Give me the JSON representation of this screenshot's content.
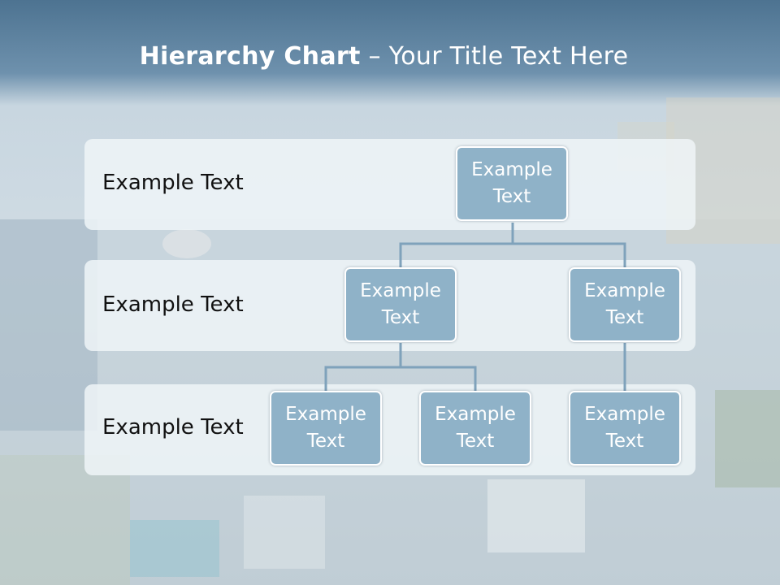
{
  "title": {
    "bold": "Hierarchy Chart",
    "rest": " – Your Title Text Here"
  },
  "levels": [
    {
      "label": "Example Text"
    },
    {
      "label": "Example Text"
    },
    {
      "label": "Example Text"
    }
  ],
  "nodes": [
    {
      "line1": "Example",
      "line2": "Text"
    },
    {
      "line1": "Example",
      "line2": "Text"
    },
    {
      "line1": "Example",
      "line2": "Text"
    },
    {
      "line1": "Example",
      "line2": "Text"
    },
    {
      "line1": "Example",
      "line2": "Text"
    },
    {
      "line1": "Example",
      "line2": "Text"
    }
  ],
  "colors": {
    "title_bar": "#4d7391",
    "node_fill": "#8fb2c8",
    "connector": "#7fa2bb",
    "band": "#f0f5f8"
  }
}
